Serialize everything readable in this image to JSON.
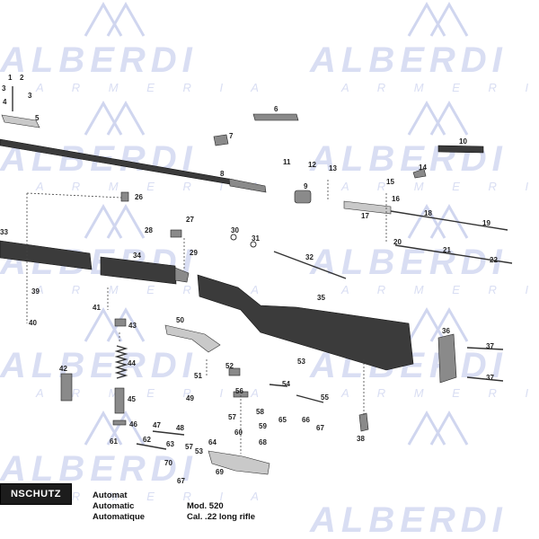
{
  "watermark": {
    "brand": "ALBERDI",
    "sub": "A R M E R I A"
  },
  "logo": {
    "text": "NSCHUTZ"
  },
  "caption": {
    "rows": [
      {
        "left": "Automat",
        "right": ""
      },
      {
        "left": "Automatic",
        "right": "Mod. 520"
      },
      {
        "left": "Automatique",
        "right": "Cal. .22 long rifle"
      }
    ]
  },
  "callouts": [
    "1",
    "2",
    "3",
    "3",
    "4",
    "5",
    "6",
    "7",
    "8",
    "9",
    "10",
    "11",
    "12",
    "13",
    "14",
    "15",
    "16",
    "17",
    "18",
    "19",
    "20",
    "21",
    "22",
    "26",
    "27",
    "28",
    "29",
    "30",
    "31",
    "32",
    "33",
    "34",
    "35",
    "36",
    "37",
    "37",
    "38",
    "39",
    "40",
    "41",
    "42",
    "43",
    "44",
    "45",
    "46",
    "47",
    "48",
    "49",
    "50",
    "51",
    "52",
    "53",
    "53",
    "54",
    "55",
    "56",
    "57",
    "57",
    "58",
    "59",
    "60",
    "61",
    "62",
    "63",
    "64",
    "65",
    "66",
    "67",
    "67",
    "68",
    "69",
    "70"
  ]
}
